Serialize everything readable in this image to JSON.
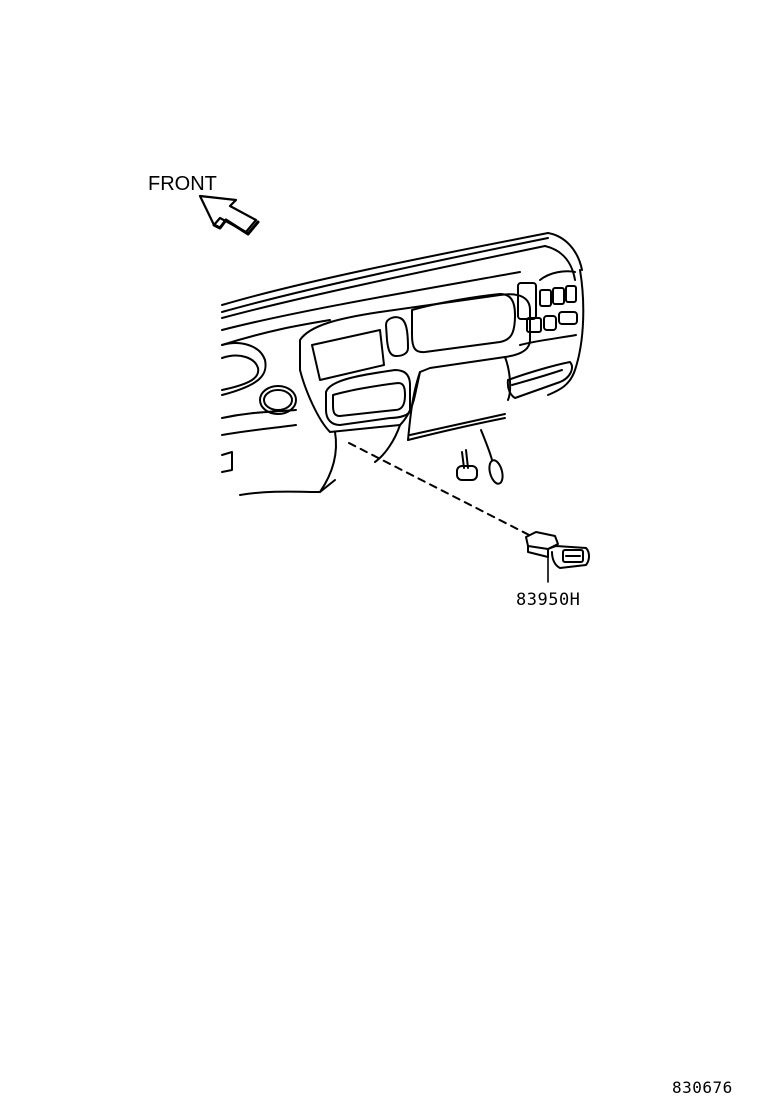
{
  "diagram": {
    "type": "exploded-parts-illustration",
    "subject": "Instrument panel with switch location",
    "orientation_label": "FRONT",
    "orientation_icon": "front-direction-arrow-icon",
    "callouts": [
      {
        "part_number": "83950H",
        "description": "switch unit (dashed leader line to instrument panel lower left)"
      }
    ],
    "figure_id": "830676",
    "colors": {
      "line": "#000000",
      "background": "#ffffff"
    }
  }
}
